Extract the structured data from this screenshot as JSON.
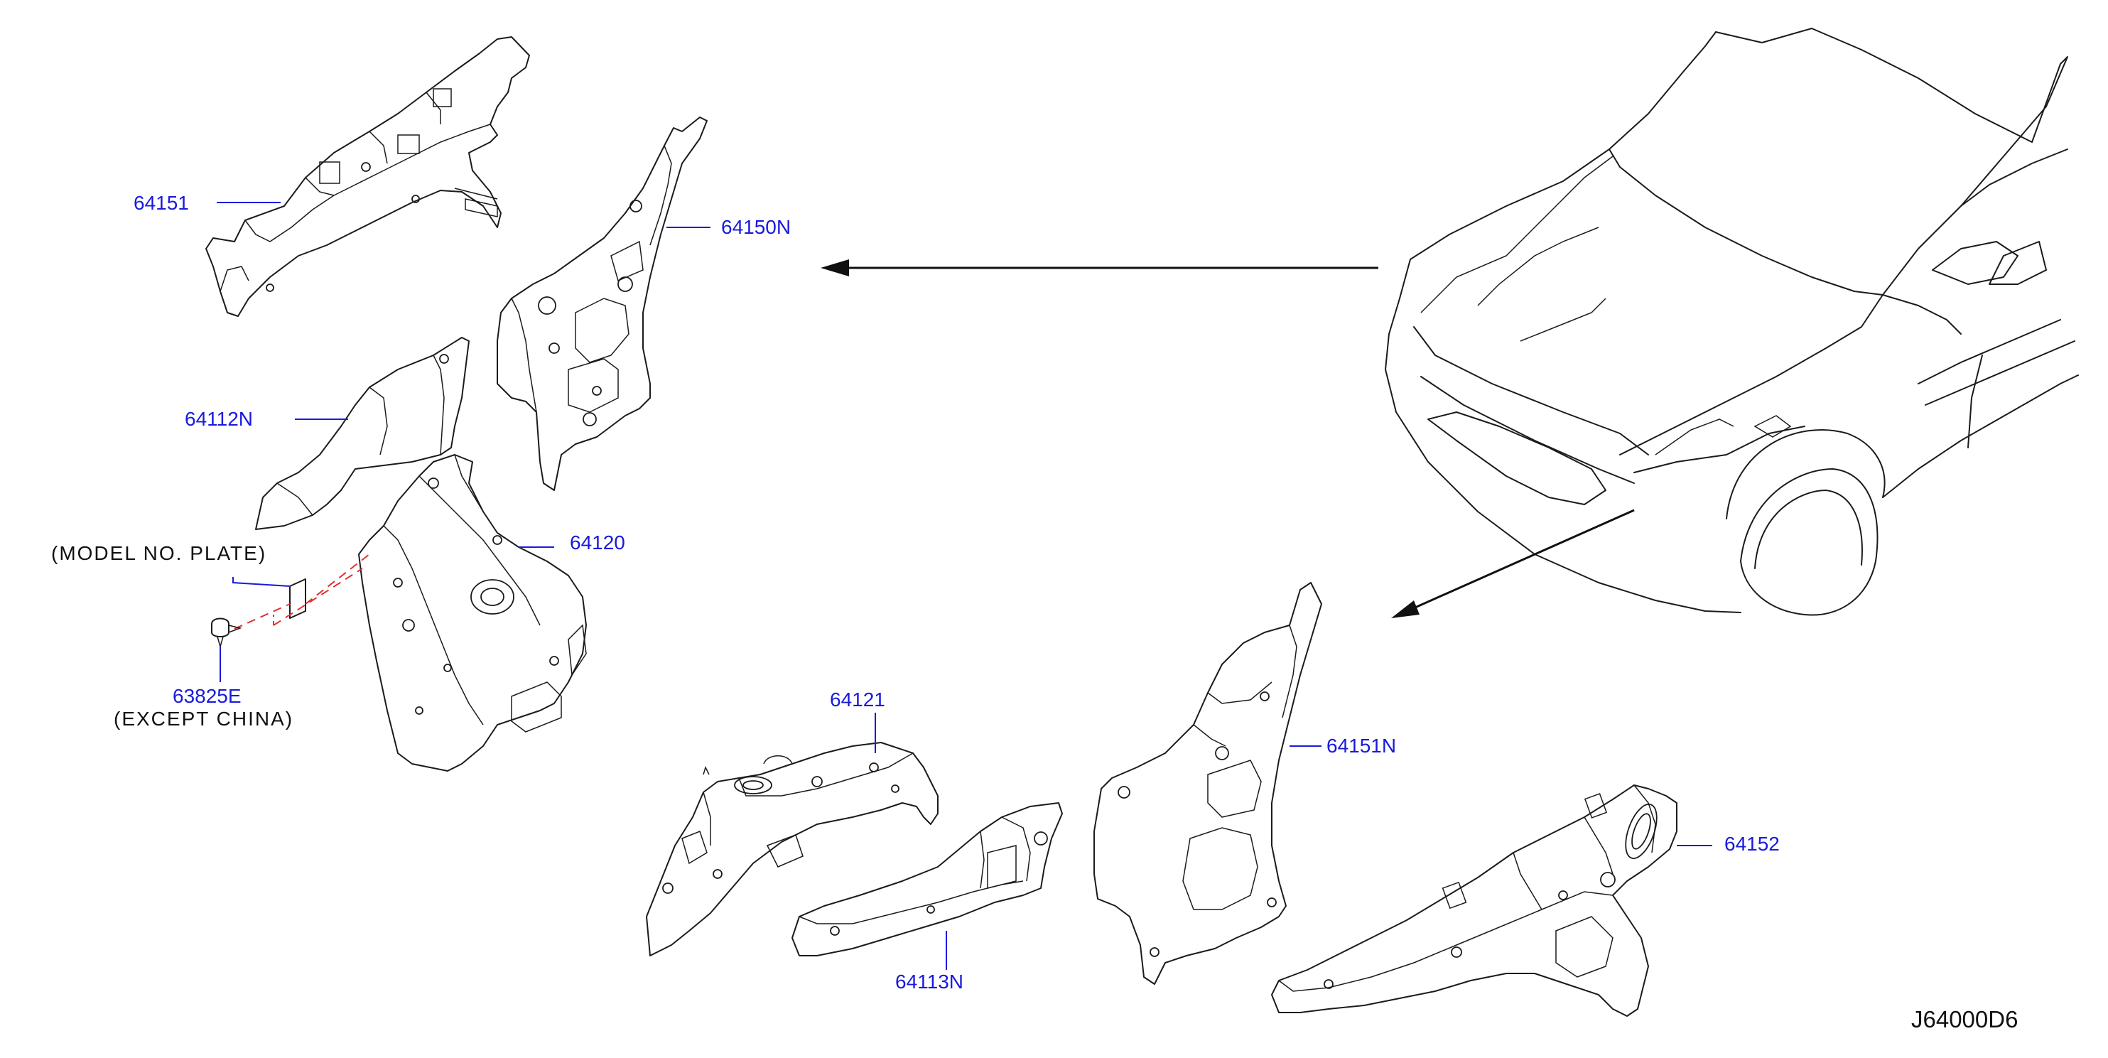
{
  "colors": {
    "part_label": "#1a1adc",
    "outline": "#1b1b1b",
    "dashed_guide": "#e03030",
    "background": "#ffffff"
  },
  "parts": {
    "p64151": "64151",
    "p64150N": "64150N",
    "p64112N": "64112N",
    "p64120": "64120",
    "p63825E": "63825E",
    "p64121": "64121",
    "p64113N": "64113N",
    "p64151N": "64151N",
    "p64152": "64152"
  },
  "notes": {
    "model_plate": "(MODEL   NO.   PLATE)",
    "except_china": "(EXCEPT   CHINA)"
  },
  "diagram_code": "J64000D6",
  "icons": [
    "arrow-icon",
    "car-outline-icon"
  ]
}
